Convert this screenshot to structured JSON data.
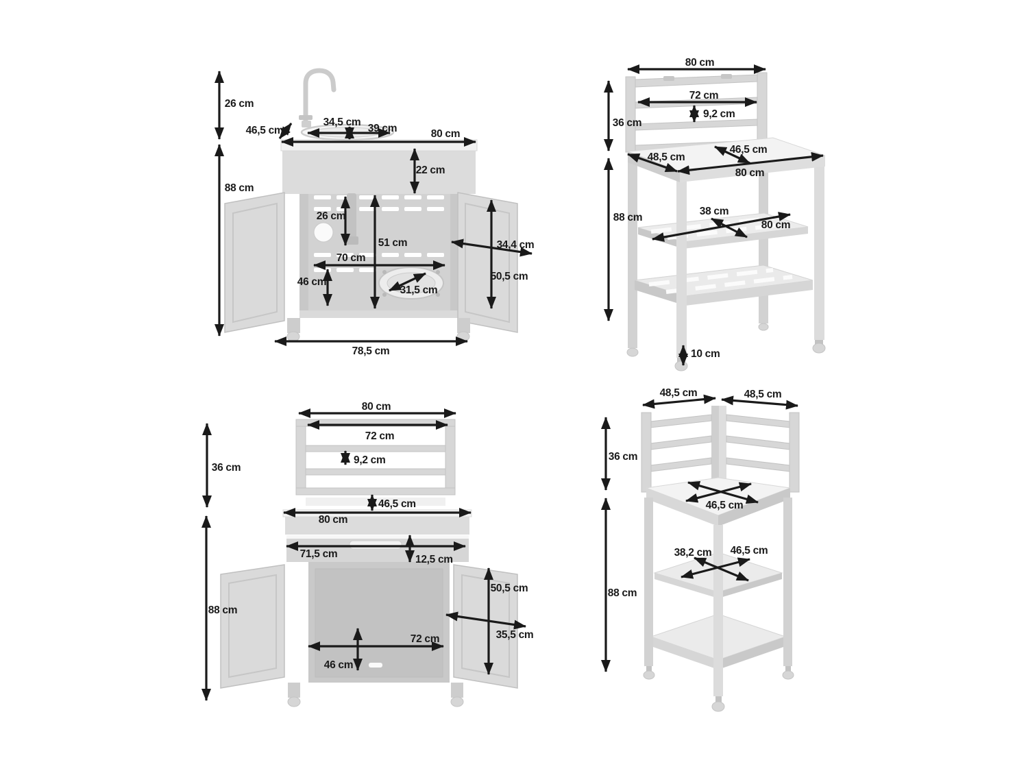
{
  "diagram": {
    "kind": "furniture dimension diagram",
    "colors": {
      "background": "#ffffff",
      "dimension_ink": "#1a1a1a",
      "furniture_light": "#f1f1f1",
      "furniture_mid": "#d7d7d7",
      "furniture_dark": "#c6c6c6"
    }
  },
  "figures": [
    {
      "name": "sink cabinet front view",
      "labels": [
        "26 cm",
        "46,5 cm",
        "34,5 cm",
        "39 cm",
        "80 cm",
        "22 cm",
        "88 cm",
        "26 cm",
        "51 cm",
        "70 cm",
        "46 cm",
        "31,5 cm",
        "34,4 cm",
        "50,5 cm",
        "78,5 cm"
      ]
    },
    {
      "name": "shelf table perspective view",
      "labels": [
        "80 cm",
        "72 cm",
        "9,2 cm",
        "36 cm",
        "48,5 cm",
        "46,5 cm",
        "80 cm",
        "88 cm",
        "38 cm",
        "80 cm",
        "10 cm"
      ]
    },
    {
      "name": "cabinet with backsplash front view",
      "labels": [
        "80 cm",
        "72 cm",
        "9,2 cm",
        "36 cm",
        "46,5 cm",
        "80 cm",
        "71,5 cm",
        "12,5 cm",
        "88 cm",
        "50,5 cm",
        "35,5 cm",
        "72 cm",
        "46 cm"
      ]
    },
    {
      "name": "corner shelf unit perspective view",
      "labels": [
        "48,5 cm",
        "48,5 cm",
        "36 cm",
        "46,5 cm",
        "88 cm",
        "38,2 cm",
        "46,5 cm"
      ]
    }
  ]
}
